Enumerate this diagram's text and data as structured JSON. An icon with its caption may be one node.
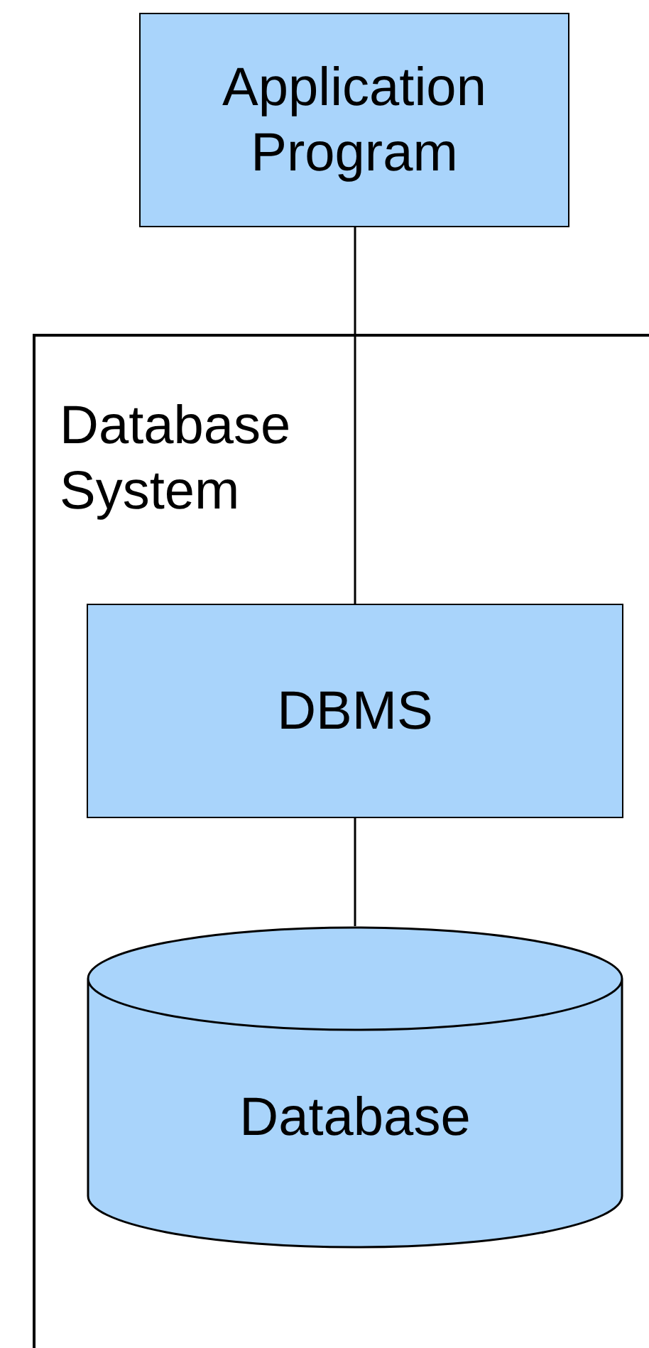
{
  "diagram": {
    "nodes": [
      {
        "text": [
          "Application Program"
        ]
      },
      {
        "text": [
          "Database System"
        ]
      },
      {
        "text": [
          "DBMS"
        ],
        "in": 1
      },
      {
        "text": [
          "Database"
        ],
        "in": 1
      }
    ],
    "edges": [
      {
        "from": 0,
        "to": 2,
        "arrow": "none"
      },
      {
        "from": 2,
        "to": 3,
        "arrow": "none"
      }
    ]
  }
}
